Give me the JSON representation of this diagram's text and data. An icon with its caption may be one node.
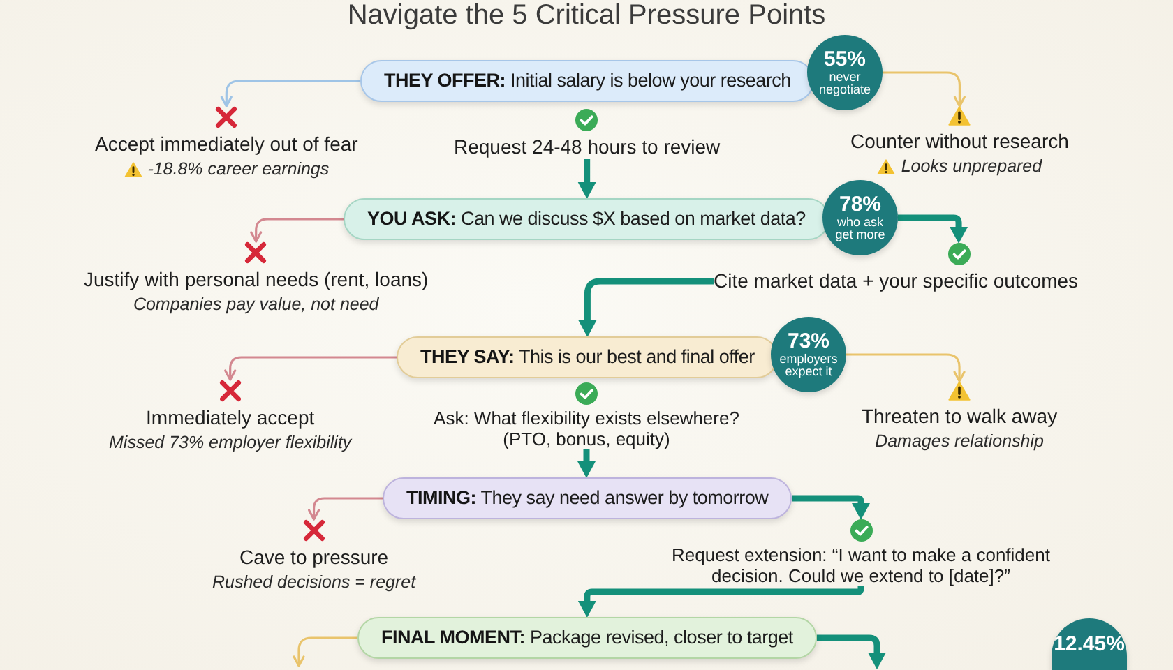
{
  "diagram": {
    "title": "Navigate the 5 Critical Pressure Points",
    "nodes": [
      {
        "text": [
          "**THEY OFFER:** Initial salary is below your research"
        ]
      },
      {
        "text": [
          "55%",
          "never negotiate"
        ]
      },
      {
        "text": [
          "Accept immediately out of fear",
          "-18.8% career earnings"
        ]
      },
      {
        "text": [
          "Request 24-48 hours to review"
        ]
      },
      {
        "text": [
          "Counter without research",
          "Looks unprepared"
        ]
      },
      {
        "text": [
          "**YOU ASK:** Can we discuss $X based on market data?"
        ]
      },
      {
        "text": [
          "78%",
          "who ask get more"
        ]
      },
      {
        "text": [
          "Justify with personal needs (rent, loans)",
          "Companies pay value, not need"
        ]
      },
      {
        "text": [
          "Cite market data + your specific outcomes"
        ]
      },
      {
        "text": [
          "**THEY SAY:** This is our best and final offer"
        ]
      },
      {
        "text": [
          "73%",
          "employers expect it"
        ]
      },
      {
        "text": [
          "Immediately accept",
          "Missed 73% employer flexibility"
        ]
      },
      {
        "text": [
          "Ask: What flexibility exists elsewhere? (PTO, bonus, equity)"
        ]
      },
      {
        "text": [
          "Threaten to walk away",
          "Damages relationship"
        ]
      },
      {
        "text": [
          "**TIMING:** They say need answer by tomorrow"
        ]
      },
      {
        "text": [
          "Cave to pressure",
          "Rushed decisions = regret"
        ]
      },
      {
        "text": [
          "Request extension: “I want to make a confident decision. Could we extend to [date]?”"
        ]
      },
      {
        "text": [
          "**FINAL MOMENT:** Package revised, closer to target"
        ]
      },
      {
        "text": [
          "12.45%"
        ]
      }
    ],
    "edges": [
      {
        "from": 0,
        "to": 2,
        "arrow": "to",
        "color": "#9fc4e6"
      },
      {
        "from": 1,
        "to": 4,
        "arrow": "to",
        "color": "#e9c46c"
      },
      {
        "from": 3,
        "to": 5,
        "arrow": "to",
        "style": "thick"
      },
      {
        "from": 5,
        "to": 7,
        "arrow": "to",
        "color": "#d38890"
      },
      {
        "from": 6,
        "to": 8,
        "arrow": "to",
        "style": "thick"
      },
      {
        "from": 8,
        "to": 9,
        "arrow": "to",
        "style": "thick"
      },
      {
        "from": 9,
        "to": 11,
        "arrow": "to",
        "color": "#d38890"
      },
      {
        "from": 10,
        "to": 13,
        "arrow": "to",
        "color": "#e9c46c"
      },
      {
        "from": 12,
        "to": 14,
        "arrow": "to",
        "style": "thick"
      },
      {
        "from": 14,
        "to": 15,
        "arrow": "to",
        "color": "#d38890"
      },
      {
        "from": 14,
        "to": 16,
        "arrow": "to",
        "style": "thick"
      },
      {
        "from": 16,
        "to": 17,
        "arrow": "to",
        "style": "thick"
      },
      {
        "from": 17,
        "to": null,
        "arrow": "to",
        "color": "#e9c46c"
      },
      {
        "from": 17,
        "to": null,
        "arrow": "to",
        "style": "thick"
      }
    ]
  }
}
